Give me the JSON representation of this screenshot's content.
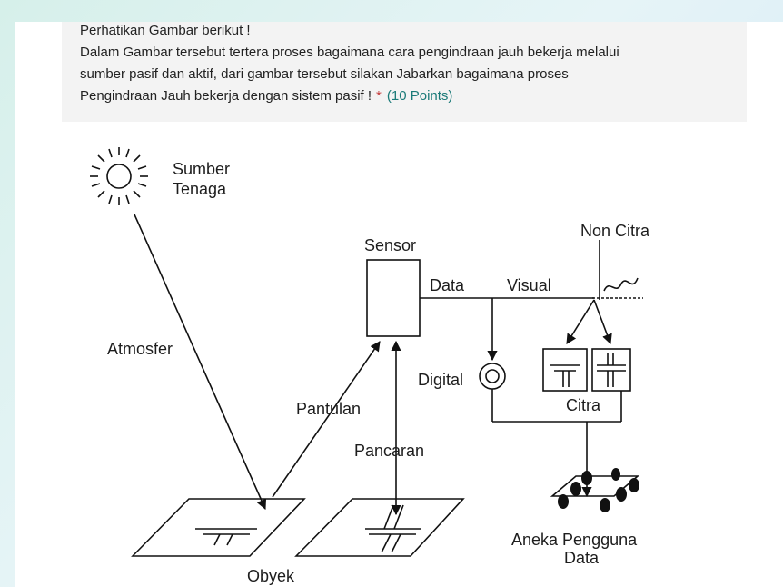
{
  "question": {
    "line1": "Perhatikan Gambar berikut !",
    "line2": "Dalam Gambar tersebut tertera proses bagaimana cara pengindraan jauh bekerja melalui",
    "line3": "sumber pasif dan aktif, dari gambar tersebut silakan Jabarkan bagaimana proses",
    "line4": "Pengindraan Jauh bekerja dengan sistem pasif !",
    "required_mark": "*",
    "points": "(10 Points)"
  },
  "diagram": {
    "source_line1": "Sumber",
    "source_line2": "Tenaga",
    "atmosphere": "Atmosfer",
    "sensor": "Sensor",
    "data": "Data",
    "visual": "Visual",
    "non_image": "Non Citra",
    "digital": "Digital",
    "image": "Citra",
    "reflection": "Pantulan",
    "emission": "Pancaran",
    "object": "Obyek",
    "users_line1": "Aneka Pengguna",
    "users_line2": "Data"
  },
  "colors": {
    "required": "#c43b3b",
    "points": "#1a7a78"
  }
}
